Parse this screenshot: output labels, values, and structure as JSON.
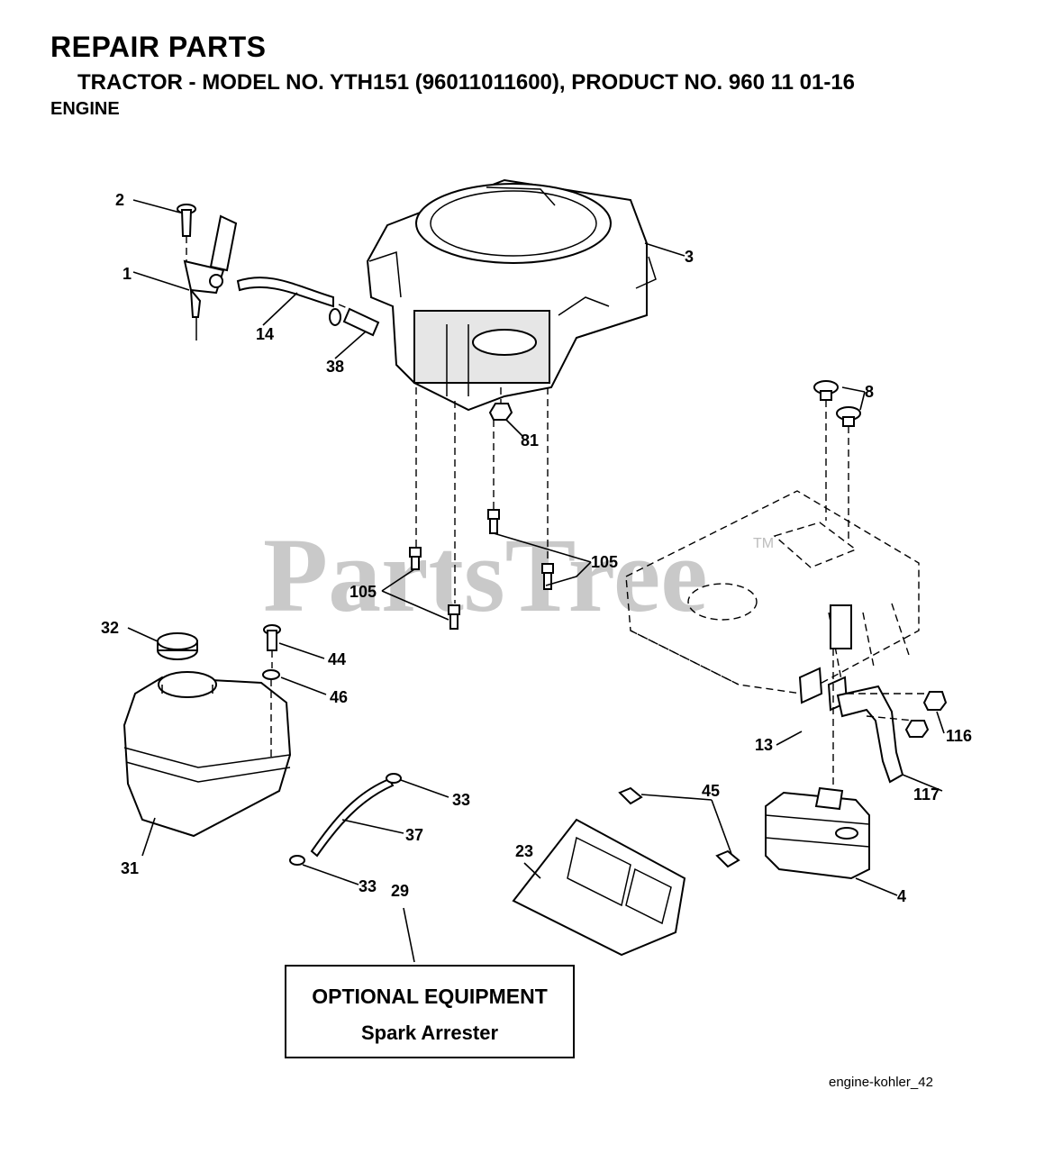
{
  "header": {
    "title": "REPAIR PARTS",
    "subtitle": "TRACTOR - MODEL NO. YTH151 (96011011600), PRODUCT NO. 960 11 01-16",
    "section": "ENGINE"
  },
  "watermark": {
    "text": "PartsTree",
    "trademark": "TM"
  },
  "callouts": {
    "c1": "1",
    "c2": "2",
    "c3": "3",
    "c4": "4",
    "c8": "8",
    "c13": "13",
    "c14": "14",
    "c23": "23",
    "c29": "29",
    "c31": "31",
    "c32": "32",
    "c33a": "33",
    "c33b": "33",
    "c37": "37",
    "c38": "38",
    "c44": "44",
    "c45": "45",
    "c46": "46",
    "c81": "81",
    "c105a": "105",
    "c105b": "105",
    "c116": "116",
    "c117": "117"
  },
  "optional_box": {
    "line1": "OPTIONAL EQUIPMENT",
    "line2": "Spark Arrester"
  },
  "figure_id": "engine-kohler_42"
}
